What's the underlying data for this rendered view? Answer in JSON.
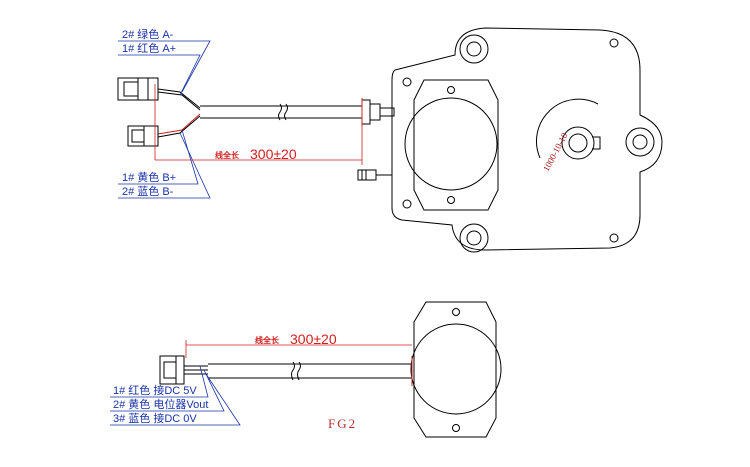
{
  "top_assembly": {
    "wire_labels": [
      "2# 绿色 A-",
      "1# 红色 A+",
      "1# 黄色 B+",
      "2# 蓝色 B-"
    ],
    "dimension_caption": "线全长",
    "dimension_value": "300±20",
    "scale_text": "1000-10-10"
  },
  "bottom_assembly": {
    "wire_labels": [
      "1# 红色 接DC 5V",
      "2# 黄色 电位器Vout",
      "3# 蓝色 接DC 0V"
    ],
    "dimension_caption": "线全长",
    "dimension_value": "300±20"
  },
  "figure_label": "FG2",
  "colors": {
    "outline": "#000000",
    "label": "#1a33a8",
    "dimension": "#d11f1f"
  }
}
